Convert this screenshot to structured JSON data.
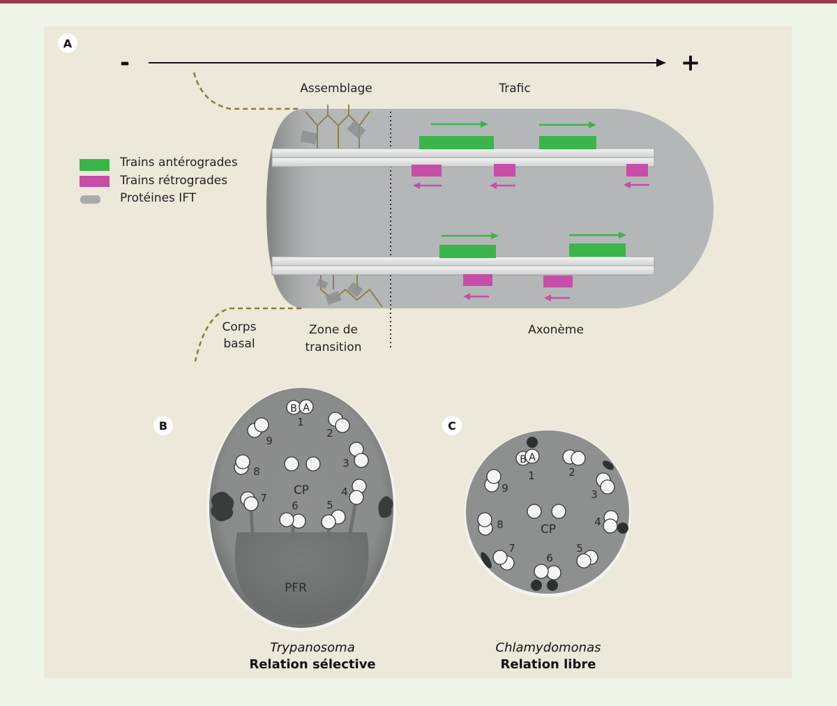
{
  "panel_a": {
    "badge": "A",
    "minus": "-",
    "plus": "+",
    "label_assemblage": "Assemblage",
    "label_trafic": "Trafic",
    "label_corps": [
      "Corps",
      "basal"
    ],
    "label_zone": [
      "Zone de",
      "transition"
    ],
    "label_axoneme": "Axonème",
    "legend": [
      {
        "label": "Trains antérogrades",
        "color": "#3ab54a"
      },
      {
        "label": "Trains rétrogrades",
        "color": "#c64ea6"
      },
      {
        "label": "Protéines IFT",
        "color": "#9a9c9c"
      }
    ]
  },
  "panel_b": {
    "badge": "B",
    "doublet_B": "B",
    "doublet_A": "A",
    "numbers": [
      "1",
      "2",
      "3",
      "4",
      "5",
      "6",
      "7",
      "8",
      "9"
    ],
    "cp": "CP",
    "pfr": "PFR",
    "organism": "Trypanosoma",
    "relation": "Relation sélective"
  },
  "panel_c": {
    "badge": "C",
    "doublet_B": "B",
    "doublet_A": "A",
    "numbers": [
      "1",
      "2",
      "3",
      "4",
      "5",
      "6",
      "7",
      "8",
      "9"
    ],
    "cp": "CP",
    "organism": "Chlamydomonas",
    "relation": "Relation libre"
  },
  "colors": {
    "anterograde": "#3ab54a",
    "retrograde": "#c64ea6",
    "background_panel": "#ece8da",
    "top_bar": "#9b3b4e"
  }
}
